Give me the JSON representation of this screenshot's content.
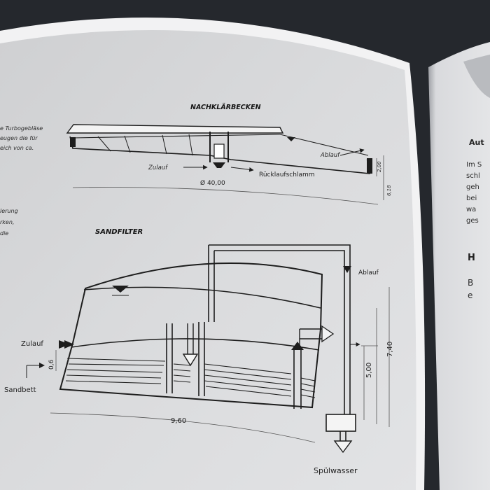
{
  "left_page": {
    "nachklaer": {
      "title": "NACHKLÄRBECKEN",
      "zulauf": "Zulauf",
      "ablauf": "Ablauf",
      "ruecklauf": "Rücklaufschlamm",
      "diameter": "Ø 40,00",
      "dim_a": "2,00",
      "dim_b": "6,18"
    },
    "sandfilter": {
      "title": "SANDFILTER",
      "zulauf": "Zulauf",
      "ablauf": "Ablauf",
      "sandbett": "Sandbett",
      "spuelwasser": "Spülwasser",
      "dim_width": "9,60",
      "dim_sand": "0,6",
      "dim_inner": "5,00",
      "dim_outer": "7,40"
    },
    "side_text": {
      "line1": "e Turbogebläse",
      "line2": "eugen die für",
      "line3": "eich von ca.",
      "line4": "lerung",
      "line5": "rken,",
      "line6": "die"
    }
  },
  "right_page": {
    "heading": "Aut",
    "paragraph": [
      "Im S",
      "schl",
      "geh",
      "bei",
      "wa",
      "ges"
    ],
    "subheading": "H",
    "paragraph2": [
      "B",
      "e"
    ]
  }
}
